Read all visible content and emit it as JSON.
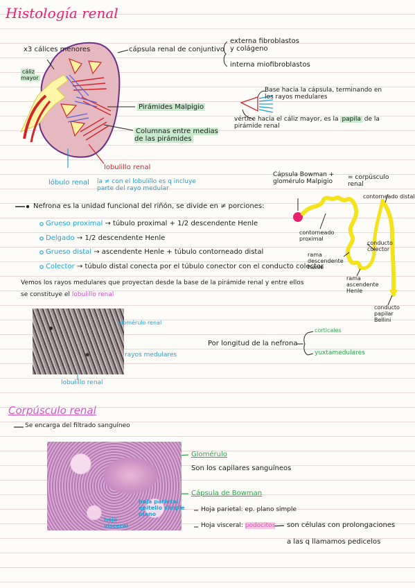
{
  "title": "Histología renal",
  "kidney": {
    "calices_menores": "x3 cálices menores",
    "caliz_mayor": "cáliz mayor",
    "capsula": "cápsula renal de conjuntivo",
    "externa": "externa fibroblastos y colágeno",
    "interna": "interna miofibroblastos",
    "piramides": "Pirámides Malpigio",
    "columnas": "Columnas entre medias de las pirámides",
    "lobulillo": "lobulillo renal",
    "lobulo": "lóbulo renal",
    "lobulo_nota": "la ≠ con el lobulillo es q incluye parte del rayo medular"
  },
  "piramide_desc": {
    "base": "Base hacia la cápsula, terminando en los rayos medulares",
    "vertice_a": "vértice hacia el cáliz mayor, es la ",
    "papila": "papila",
    "vertice_b": " de la pirámide renal"
  },
  "nefrona": {
    "intro": "Nefrona es la unidad funcional del riñón, se divide en ≠ porciones:",
    "items": [
      {
        "label": "Grueso proximal",
        "desc": "túbulo proximal + 1/2 descendente Henle"
      },
      {
        "label": "Delgado",
        "desc": "1/2 descendente Henle"
      },
      {
        "label": "Grueso distal",
        "desc": "ascendente Henle + túbulo contorneado distal"
      },
      {
        "label": "Colector",
        "desc": "túbulo distal conecta por el túbulo conector con el conducto colector"
      }
    ]
  },
  "diagram": {
    "capsula_bowman": "Cápsula Bowman + glomérulo Malpigio",
    "corpusculo": "= corpúsculo renal",
    "contorneado_distal": "contorneado distal",
    "contorneado_proximal": "contorneado proximal",
    "colector": "conducto colector",
    "rama_desc": "rama descendente Henle",
    "rama_asc": "rama ascendente Henle",
    "conducto_papilar": "conducto papilar Bellini"
  },
  "rayos": {
    "text1": "Vemos los rayos medulares que proyectan desde la base de la pirámide renal y entre ellos",
    "text2": "se constituye el ",
    "lobulillo": "lobulillo renal",
    "glomerulo": "glomérulo renal",
    "rayos_med": "rayos medulares",
    "lobulillo2": "lobulillo renal"
  },
  "longitud": {
    "label": "Por longitud de la nefrona",
    "corticales": "corticales",
    "yuxtamedulares": "yuxtamedulares"
  },
  "corpusculo": {
    "title": "Corpúsculo renal",
    "encarga": "Se encarga del filtrado sanguíneo",
    "glomerulo": "Glomérulo",
    "capilares": "Son los capilares sanguíneos",
    "capsula_bowman": "Cápsula de Bowman",
    "hoja_parietal": "Hoja parietal: ep. plano simple",
    "hoja_visceral_a": "Hoja visceral: ",
    "podocitos": "podocitos",
    "celulas_a": "son células con prolongaciones",
    "celulas_b": "a las q llamamos pedicelos",
    "parietal_label": "hoja parietal epitelio simple plano",
    "visceral_label": "hoja visceral"
  }
}
